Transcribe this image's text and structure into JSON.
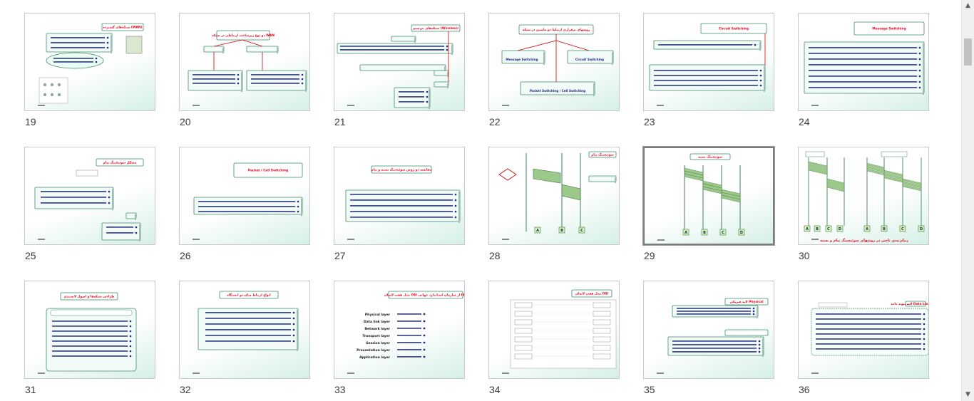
{
  "slides": [
    {
      "number": "19",
      "title": "شبکه‌های گسترده (WAN)"
    },
    {
      "number": "20",
      "title": "دو نوع زیرساخت ارتباطی در شبکه WAN"
    },
    {
      "number": "21",
      "title": "شبکه‌های بی‌سیم (Wireless)"
    },
    {
      "number": "22",
      "title": "روشهای برقراری ارتباط دو ماشین در شبکه",
      "boxes": [
        "Message Switching",
        "Circuit Switching",
        "Packet Switching / Cell Switching"
      ]
    },
    {
      "number": "23",
      "title": "Circuit Switching"
    },
    {
      "number": "24",
      "title": "Message Switching"
    },
    {
      "number": "25",
      "title": "مشکل سوئیچینگ پیام"
    },
    {
      "number": "26",
      "title": "Packet / Cell Switching"
    },
    {
      "number": "27",
      "title": "مقایسه دو روش سوئیچینگ بسته و پیام"
    },
    {
      "number": "28",
      "title": "سوئیچینگ پیام",
      "labels": [
        "A",
        "B",
        "C"
      ]
    },
    {
      "number": "29",
      "title": "سوئیچینگ بسته",
      "labels": [
        "A",
        "B",
        "C",
        "D"
      ]
    },
    {
      "number": "30",
      "title": "زمان‌بندی تاخیر در روشهای سوئیچینگ پیام و بسته",
      "labels": [
        "A",
        "B",
        "C",
        "D",
        "A",
        "B",
        "C",
        "D"
      ]
    },
    {
      "number": "31",
      "title": "طراحی شبکه‌ها و اصول لایه‌بندی"
    },
    {
      "number": "32",
      "title": "انواع ارتباط میان دو ایستگاه"
    },
    {
      "number": "33",
      "title": "مدل هفت لایه‌ای OSI از سازمان استاندارد جهانی ISO",
      "layers": [
        "Physical layer",
        "Data link layer",
        "Network layer",
        "Transport layer",
        "Session layer",
        "Presentation layer",
        "Application layer"
      ]
    },
    {
      "number": "34",
      "title": "مدل هفت لایه‌ای OSI"
    },
    {
      "number": "35",
      "title": "لایه فیزیکی Physical"
    },
    {
      "number": "36",
      "title": "لایه پیوند داده Data Link layer"
    }
  ],
  "scrollbar": {
    "up_icon": "▲",
    "down_icon": "▼"
  },
  "colors": {
    "title_text": "#e8001c",
    "box_border": "#3e8a6e",
    "box_fill": "#f2fbf7",
    "bullet": "#1b2a8c",
    "background_tint": "#d6f0e6"
  }
}
